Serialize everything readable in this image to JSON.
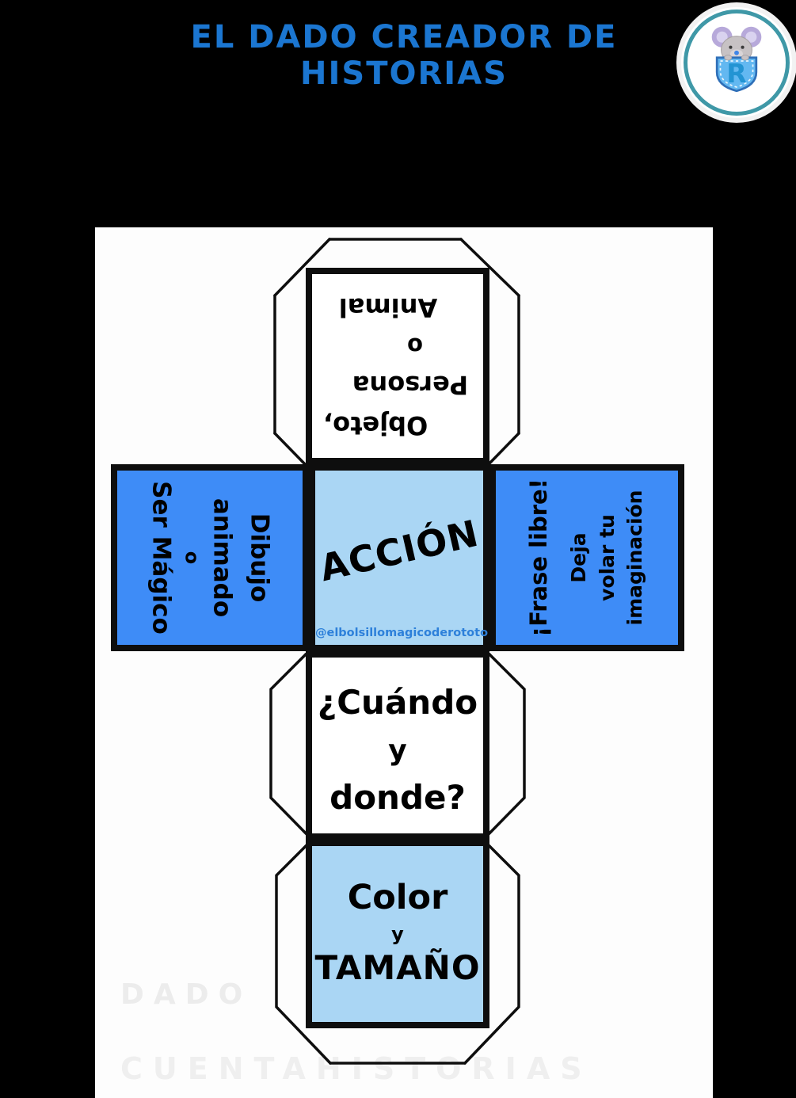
{
  "page": {
    "title": "EL DADO CREADOR DE HISTORIAS"
  },
  "logo": {
    "letter": "R"
  },
  "colors": {
    "page_bg": "#000000",
    "sheet_bg": "#fdfdfd",
    "title_blue": "#1b76d1",
    "face_blue": "#3e8cf7",
    "face_light_blue": "#aad6f4",
    "handle_blue": "#2d80da",
    "line_black": "#0e0e0e",
    "logo_ring_teal": "#3f98a7",
    "pocket_blue": "#63b8f1",
    "pocket_letter_blue": "#2394d3"
  },
  "faces": {
    "top": {
      "lines": [
        "Objeto,",
        "Persona",
        "o",
        "Animal"
      ]
    },
    "left": {
      "lines": [
        "Dibujo",
        "animado",
        "o",
        "Ser Mágico"
      ]
    },
    "center": {
      "title": "ACCIÓN",
      "handle": "@elbolsillomagicoderototo"
    },
    "right": {
      "title": "¡Frase libre!",
      "lines": [
        "Deja",
        "volar tu",
        "imaginación"
      ]
    },
    "when": {
      "lines": [
        "¿Cuándo",
        "y",
        "donde?"
      ]
    },
    "size": {
      "lines": [
        "Color",
        "y",
        "TAMAÑO"
      ]
    }
  },
  "watermarks": {
    "dado": "DADO",
    "cuentahistorias": "CUENTAHISTORIAS"
  }
}
